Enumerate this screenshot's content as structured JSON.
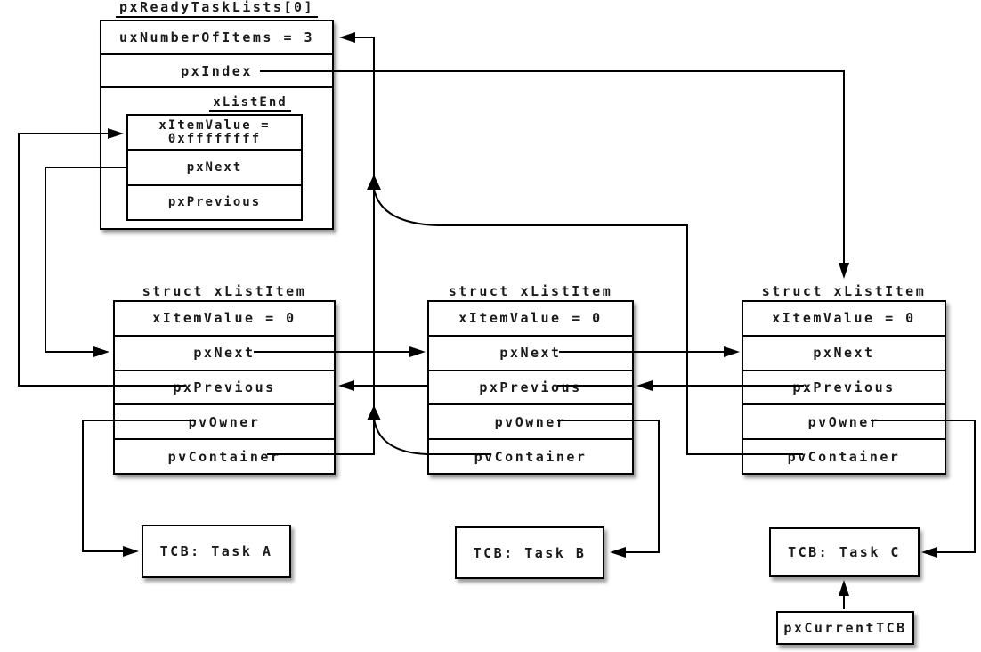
{
  "colors": {
    "line": "#000000",
    "text": "#1a1a1a",
    "background": "#ffffff"
  },
  "list": {
    "title": "pxReadyTaskLists[0]",
    "num_items": "uxNumberOfItems = 3",
    "index": "pxIndex",
    "end": {
      "title": "xListEnd",
      "value_line1": "xItemValue =",
      "value_line2": "0xffffffff",
      "next": "pxNext",
      "previous": "pxPrevious"
    }
  },
  "items": [
    {
      "title": "struct xListItem",
      "value": "xItemValue = 0",
      "next": "pxNext",
      "previous": "pxPrevious",
      "owner": "pvOwner",
      "container": "pvContainer"
    },
    {
      "title": "struct xListItem",
      "value": "xItemValue = 0",
      "next": "pxNext",
      "previous": "pxPrevious",
      "owner": "pvOwner",
      "container": "pvContainer"
    },
    {
      "title": "struct xListItem",
      "value": "xItemValue = 0",
      "next": "pxNext",
      "previous": "pxPrevious",
      "owner": "pvOwner",
      "container": "pvContainer"
    }
  ],
  "tcbs": [
    "TCB: Task A",
    "TCB: Task B",
    "TCB: Task C"
  ],
  "current_tcb": "pxCurrentTCB"
}
